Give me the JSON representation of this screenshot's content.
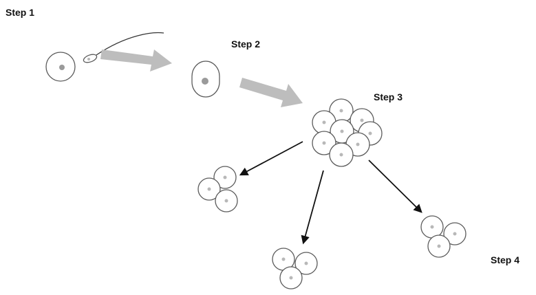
{
  "steps": {
    "step1": "Step 1",
    "step2": "Step 2",
    "step3": "Step 3",
    "step4": "Step 4"
  },
  "colors": {
    "cell_outline": "#5a5a5a",
    "nucleus": "#9a9a9a",
    "gray_arrow": "#bdbdbd",
    "black_arrow": "#111111"
  }
}
